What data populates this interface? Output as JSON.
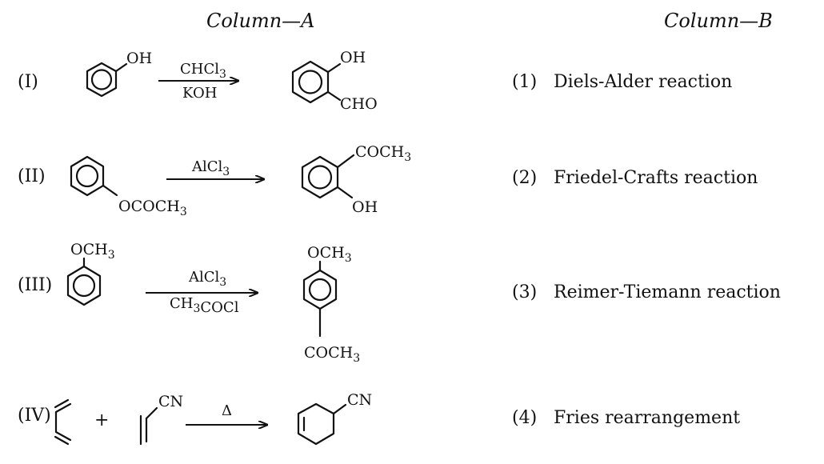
{
  "headers": {
    "column_a": "Column—A",
    "column_b": "Column—B"
  },
  "column_a": [
    {
      "label": "(I)",
      "reactant_sub": "OH",
      "cond_top": "CHCl3",
      "cond_bottom": "KOH",
      "product_sub_1": "OH",
      "product_sub_2": "CHO"
    },
    {
      "label": "(II)",
      "reactant_sub": "OCOCH3",
      "cond_top": "AlCl3",
      "cond_bottom": "",
      "product_sub_1": "COCH3",
      "product_sub_2": "OH"
    },
    {
      "label": "(III)",
      "reactant_sub": "OCH3",
      "cond_top": "AlCl3",
      "cond_bottom": "CH3COCl",
      "product_sub_1": "OCH3",
      "product_sub_2": "COCH3"
    },
    {
      "label": "(IV)",
      "plus": "+",
      "dienophile_sub": "CN",
      "cond_top": "Δ",
      "cond_bottom": "",
      "product_sub_1": "CN"
    }
  ],
  "column_b": [
    {
      "num": "(1)",
      "text": "Diels-Alder reaction"
    },
    {
      "num": "(2)",
      "text": "Friedel-Crafts reaction"
    },
    {
      "num": "(3)",
      "text": "Reimer-Tiemann reaction"
    },
    {
      "num": "(4)",
      "text": "Fries rearrangement"
    }
  ]
}
